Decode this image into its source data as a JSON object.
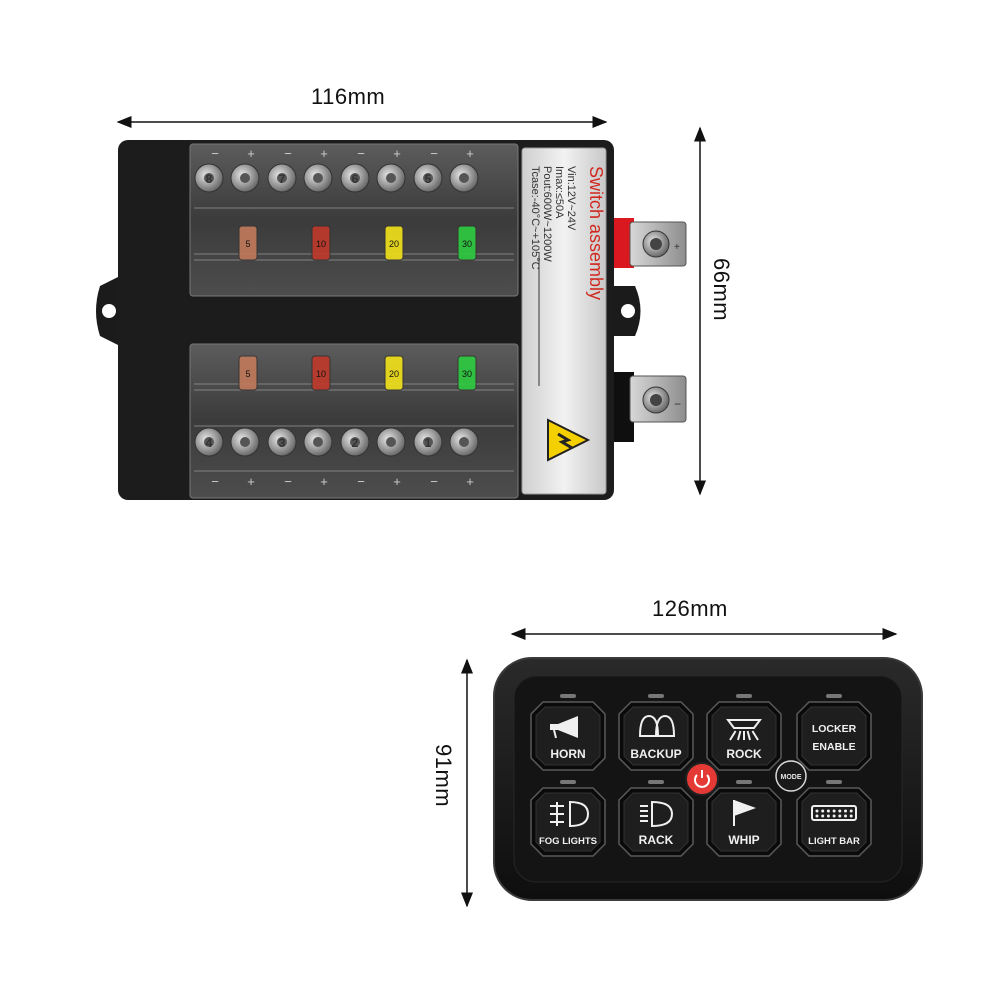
{
  "dimensions": {
    "box_width": "116mm",
    "box_height": "66mm",
    "panel_width": "126mm",
    "panel_height": "91mm"
  },
  "label_plate": {
    "title": "Switch assembly",
    "spec_vin": "Vin:12V~24V",
    "spec_imax": "Imax:≤50A",
    "spec_pout": "Pout:600W~1200W",
    "spec_tcase": "Tcase:-40°C~+105°C"
  },
  "fuse_box": {
    "top_row": [
      {
        "number": "8",
        "rating": "5",
        "color": "#c27a5a"
      },
      {
        "number": "7",
        "rating": "10",
        "color": "#c0392b"
      },
      {
        "number": "6",
        "rating": "20",
        "color": "#f2e21a"
      },
      {
        "number": "5",
        "rating": "30",
        "color": "#2ecc40"
      }
    ],
    "bottom_row": [
      {
        "number": "4",
        "rating": "5",
        "color": "#c27a5a"
      },
      {
        "number": "3",
        "rating": "10",
        "color": "#c0392b"
      },
      {
        "number": "2",
        "rating": "20",
        "color": "#f2e21a"
      },
      {
        "number": "1",
        "rating": "30",
        "color": "#2ecc40"
      }
    ],
    "polarity_pos": "+",
    "polarity_neg": "−"
  },
  "switch_panel": {
    "buttons": [
      {
        "label": "HORN",
        "icon": "horn-icon"
      },
      {
        "label": "BACKUP",
        "icon": "backup-lights-icon"
      },
      {
        "label": "ROCK",
        "icon": "rock-light-icon"
      },
      {
        "label": "LOCKER",
        "label2": "ENABLE",
        "icon": ""
      },
      {
        "label": "FOG LIGHTS",
        "icon": "fog-lights-icon"
      },
      {
        "label": "RACK",
        "icon": "rack-light-icon"
      },
      {
        "label": "WHIP",
        "icon": "whip-flag-icon"
      },
      {
        "label": "LIGHT BAR",
        "icon": "light-bar-icon"
      }
    ],
    "mode_label": "MODE",
    "power_color": "#e53935"
  }
}
